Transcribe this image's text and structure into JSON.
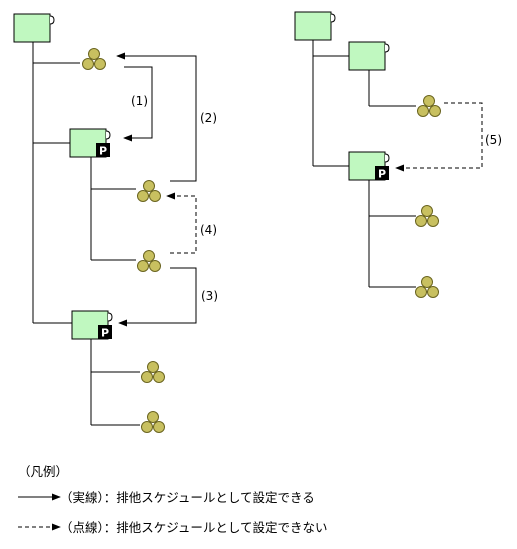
{
  "diagram": {
    "labels": {
      "l1": "(1)",
      "l2": "(2)",
      "l3": "(3)",
      "l4": "(4)",
      "l5": "(5)"
    },
    "badge_letter": "P",
    "colors": {
      "folder_fill": "#c0f8c0",
      "folder_stroke": "#000000",
      "job_fill": "#c8c060",
      "job_stroke": "#6a6420",
      "badge_fill": "#000000",
      "line": "#000000"
    }
  },
  "legend": {
    "title": "（凡例）",
    "solid": "（実線）：排他スケジュールとして設定できる",
    "dashed": "（点線）：排他スケジュールとして設定できない"
  }
}
